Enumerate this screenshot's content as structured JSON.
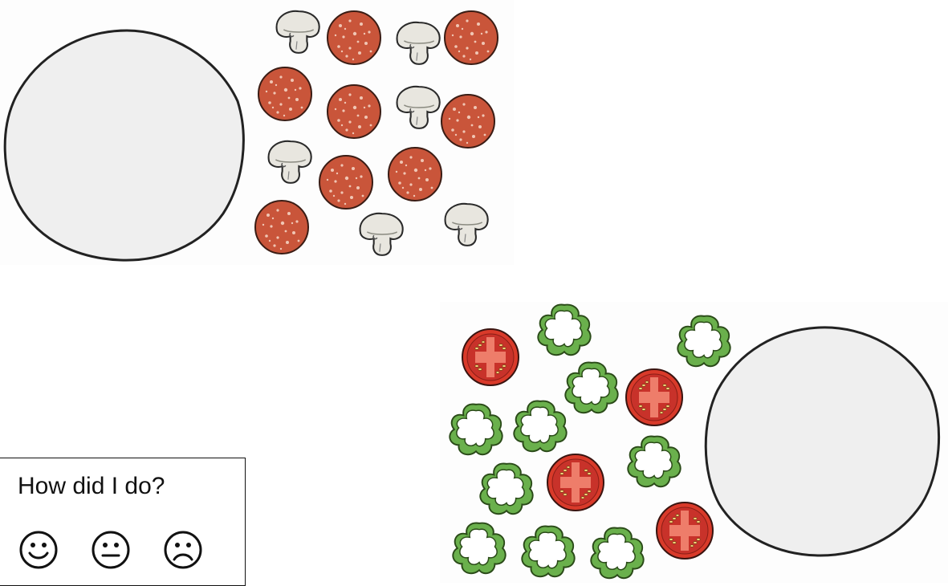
{
  "feedback": {
    "title": "How did I do?",
    "faces": [
      {
        "mood": "happy",
        "icon": "smiley-happy-icon"
      },
      {
        "mood": "neutral",
        "icon": "smiley-neutral-icon"
      },
      {
        "mood": "sad",
        "icon": "smiley-sad-icon"
      }
    ]
  },
  "pizzas": [
    {
      "name": "pizza-base-left",
      "toppings": [
        "mushroom",
        "pepperoni"
      ]
    },
    {
      "name": "pizza-base-right",
      "toppings": [
        "tomato",
        "green-pepper"
      ]
    }
  ],
  "colors": {
    "pepperoni": "#c9553a",
    "mushroom": "#e8e6df",
    "tomato": "#d93a2a",
    "green_pepper": "#6ab04c",
    "base_fill": "#efefef",
    "outline": "#2a2a2a"
  }
}
